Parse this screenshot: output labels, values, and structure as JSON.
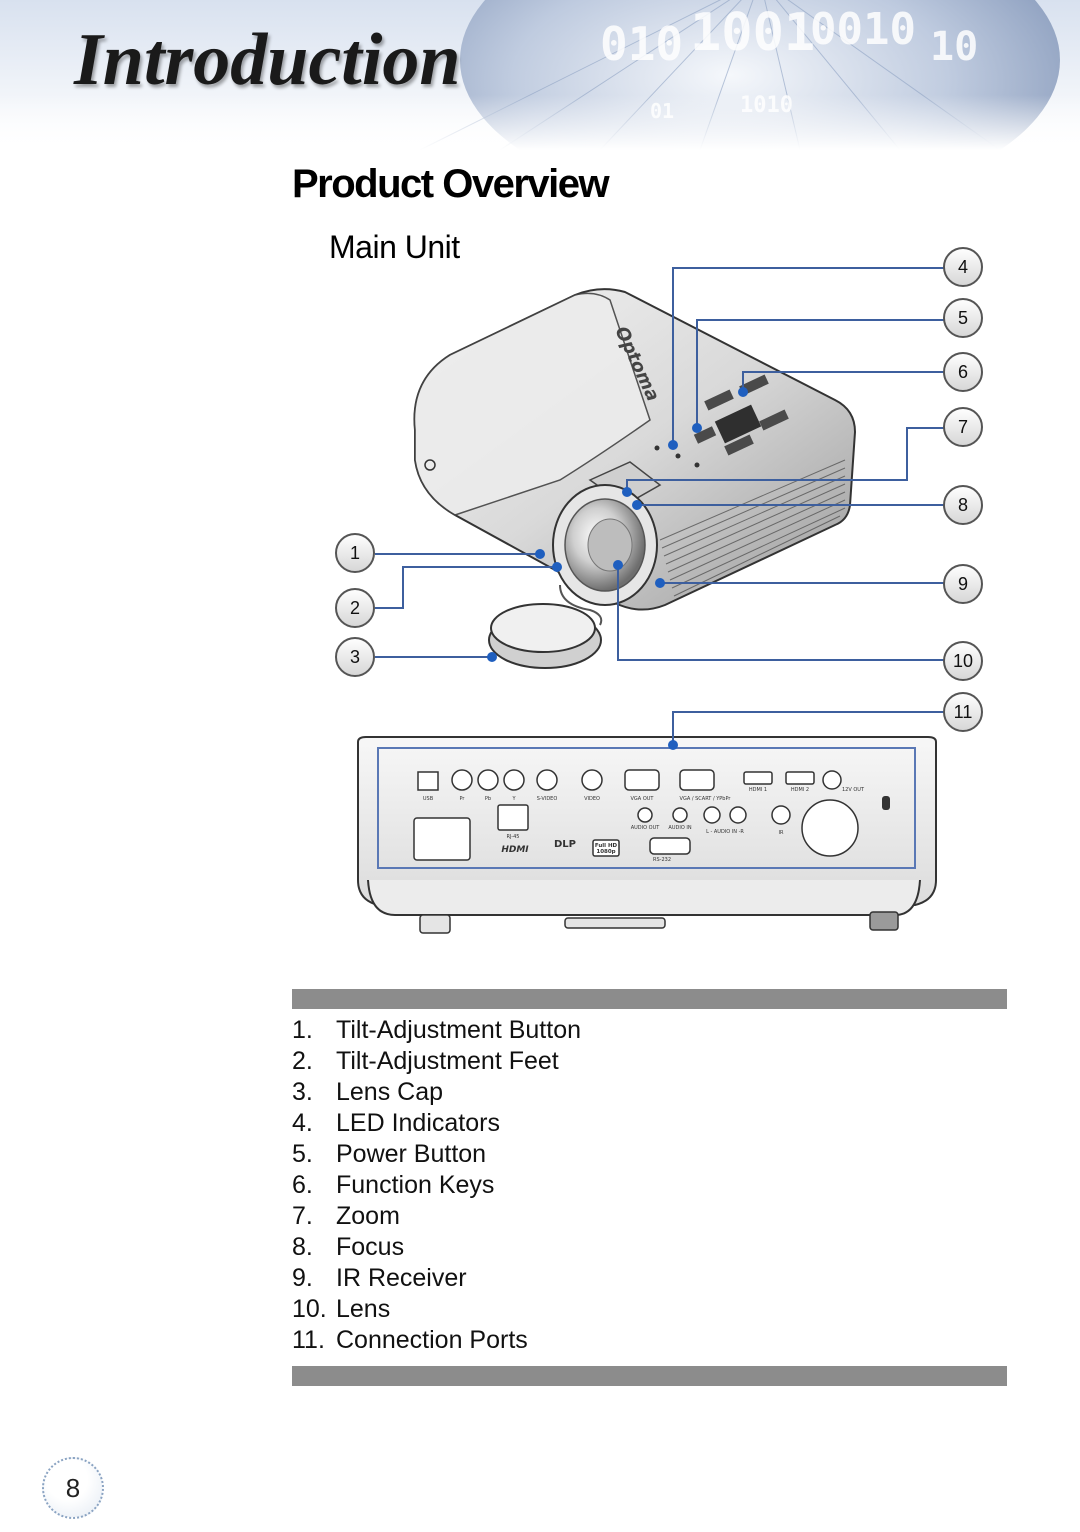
{
  "header": {
    "title": "Introduction",
    "binary_text": [
      "010",
      "1001",
      "0010",
      "10",
      "01",
      "1010"
    ]
  },
  "section": {
    "title": "Product Overview",
    "subtitle": "Main Unit"
  },
  "diagram": {
    "brand": "Optoma",
    "callouts": [
      "1",
      "2",
      "3",
      "4",
      "5",
      "6",
      "7",
      "8",
      "9",
      "10",
      "11"
    ],
    "rear_port_labels": {
      "usb": "USB",
      "pr": "Pr",
      "pb": "Pb",
      "y": "Y",
      "svideo": "S-VIDEO",
      "video": "VIDEO",
      "vga_out": "VGA OUT",
      "vga_scart": "VGA / SCART / YPbPr",
      "hdmi1": "HDMI 1",
      "hdmi2": "HDMI 2",
      "v12_out": "12V OUT",
      "rj45": "RJ-45",
      "audio_out": "AUDIO OUT",
      "audio_in": "AUDIO IN",
      "l_audio_in_r": "L - AUDIO IN -R",
      "ir": "IR",
      "rs232": "RS-232",
      "dlp": "DLP",
      "full_hd_line1": "Full HD",
      "full_hd_line2": "1080p",
      "hdmi_logo": "HDMI"
    },
    "accent_line": "#3d5f9e",
    "dot_color": "#1f5fbf"
  },
  "legend": {
    "items": [
      {
        "num": "1.",
        "label": "Tilt-Adjustment Button"
      },
      {
        "num": "2.",
        "label": "Tilt-Adjustment Feet"
      },
      {
        "num": "3.",
        "label": "Lens Cap"
      },
      {
        "num": "4.",
        "label": "LED Indicators"
      },
      {
        "num": "5.",
        "label": "Power Button"
      },
      {
        "num": "6.",
        "label": "Function Keys"
      },
      {
        "num": "7.",
        "label": "Zoom"
      },
      {
        "num": "8.",
        "label": "Focus"
      },
      {
        "num": "9.",
        "label": "IR Receiver"
      },
      {
        "num": "10.",
        "label": "Lens"
      },
      {
        "num": "11.",
        "label": "Connection Ports"
      }
    ]
  },
  "footer": {
    "page_number": "8"
  }
}
